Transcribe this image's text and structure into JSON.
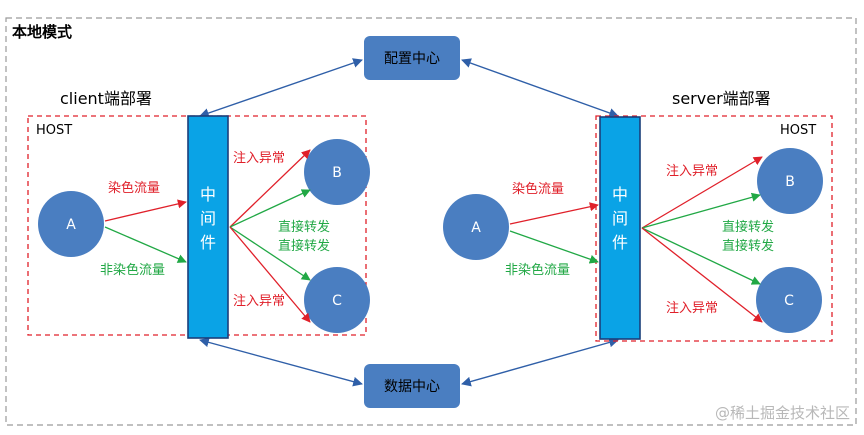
{
  "mode_title": "本地模式",
  "config_center": "配置中心",
  "data_center": "数据中心",
  "client": {
    "section_label": "client端部署",
    "host_label": "HOST",
    "node_a": "A",
    "node_b": "B",
    "node_c": "C",
    "middleware_label": "中间件",
    "dyed_traffic": "染色流量",
    "undyed_traffic": "非染色流量",
    "inject_fault_top": "注入异常",
    "inject_fault_bottom": "注入异常",
    "direct_forward_1": "直接转发",
    "direct_forward_2": "直接转发"
  },
  "server": {
    "section_label": "server端部署",
    "host_label": "HOST",
    "node_a": "A",
    "node_b": "B",
    "node_c": "C",
    "middleware_label": "中间件",
    "dyed_traffic": "染色流量",
    "undyed_traffic": "非染色流量",
    "inject_fault_top": "注入异常",
    "inject_fault_bottom": "注入异常",
    "direct_forward_1": "直接转发",
    "direct_forward_2": "直接转发"
  },
  "watermark": "@稀土掘金技术社区",
  "colors": {
    "node_fill": "#4a7ec1",
    "center_box_fill": "#4a7ec1",
    "middleware_fill": "#0aa3e6",
    "red": "#e0202a",
    "green": "#21a845",
    "blue_line": "#2f5fa8",
    "dashed_border": "#9a9a9a"
  }
}
